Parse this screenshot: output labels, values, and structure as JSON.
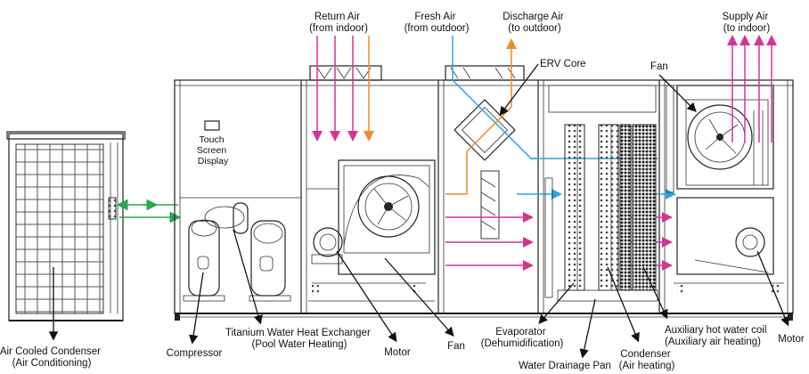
{
  "colors": {
    "return_air": "#d6348f",
    "fresh_air": "#2aa7d9",
    "discharge_air": "#ee8a2a",
    "supply_air": "#d6348f",
    "refrigerant": "#2aa84a",
    "line": "#222222"
  },
  "labels": {
    "return_air": [
      "Return Air",
      "(from indoor)"
    ],
    "fresh_air": [
      "Fresh Air",
      "(from outdoor)"
    ],
    "discharge_air": [
      "Discharge Air",
      "(to outdoor)"
    ],
    "supply_air": [
      "Supply Air",
      "(to indoor)"
    ],
    "erv_core": "ERV Core",
    "fan_top": "Fan",
    "touch_screen": [
      "Touch",
      "Screen",
      "Display"
    ],
    "air_cooled_condenser": [
      "Air Cooled Condenser",
      "(Air Conditioning)"
    ],
    "compressor": "Compressor",
    "titanium_hx": [
      "Titanium Water Heat Exchanger",
      "(Pool Water Heating)"
    ],
    "motor_1": "Motor",
    "fan_2": "Fan",
    "evaporator": [
      "Evaporator",
      "(Dehumidification)"
    ],
    "water_drainage_pan": "Water Drainage Pan",
    "condenser": [
      "Condenser",
      "(Air heating)"
    ],
    "aux_coil": [
      "Auxiliary hot water coil",
      "(Auxiliary air heating)"
    ],
    "motor_2": "Motor"
  }
}
